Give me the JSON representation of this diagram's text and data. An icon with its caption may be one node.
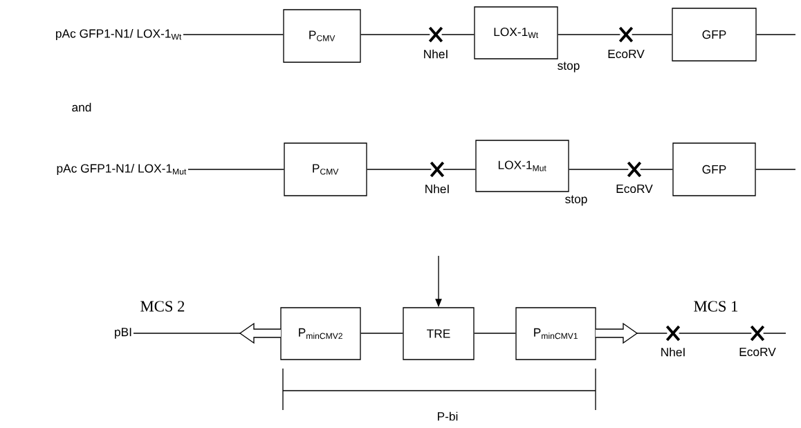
{
  "diagram": {
    "nodes": [
      {
        "text": [
          "pAc GFP1-N1/ LOX-1$_{Wt}$"
        ]
      },
      {
        "text": [
          "P$_{CMV}$"
        ]
      },
      {
        "text": [],
        "shape": "cross",
        "beside": [
          "NheI"
        ]
      },
      {
        "text": [
          "LOX-1$_{Wt}$"
        ],
        "beside": [
          "stop"
        ]
      },
      {
        "text": [],
        "shape": "cross",
        "beside": [
          "EcoRV"
        ]
      },
      {
        "text": [
          "GFP"
        ]
      },
      {
        "text": [
          "pAc GFP1-N1/ LOX-1$_{Mut}$"
        ]
      },
      {
        "text": [
          "P$_{CMV}$"
        ]
      },
      {
        "text": [],
        "shape": "cross",
        "beside": [
          "NheI"
        ]
      },
      {
        "text": [
          "LOX-1$_{Mut}$"
        ],
        "beside": [
          "stop"
        ]
      },
      {
        "text": [],
        "shape": "cross",
        "beside": [
          "EcoRV"
        ]
      },
      {
        "text": [
          "GFP"
        ]
      },
      {
        "text": [
          "pBI"
        ]
      },
      {
        "text": [
          "P$_{minCMV2}$"
        ]
      },
      {
        "text": [
          "TRE"
        ]
      },
      {
        "text": [
          "P$_{minCMV1}$"
        ]
      },
      {
        "text": [],
        "shape": "cross",
        "beside": [
          "NheI"
        ]
      },
      {
        "text": [],
        "shape": "cross",
        "beside": [
          "EcoRV"
        ]
      }
    ],
    "edges": [
      {
        "from": 0,
        "to": 1,
        "arrow": "none"
      },
      {
        "from": 1,
        "to": 2,
        "arrow": "none"
      },
      {
        "from": 2,
        "to": 3,
        "arrow": "none"
      },
      {
        "from": 3,
        "to": 4,
        "arrow": "none"
      },
      {
        "from": 4,
        "to": 5,
        "arrow": "none"
      },
      {
        "from": 5,
        "to": null,
        "arrow": "none"
      },
      {
        "from": 6,
        "to": 7,
        "arrow": "none"
      },
      {
        "from": 7,
        "to": 8,
        "arrow": "none"
      },
      {
        "from": 8,
        "to": 9,
        "arrow": "none"
      },
      {
        "from": 9,
        "to": 10,
        "arrow": "none"
      },
      {
        "from": 10,
        "to": 11,
        "arrow": "none"
      },
      {
        "from": 11,
        "to": null,
        "arrow": "none"
      },
      {
        "from": null,
        "to": 14,
        "arrow": "to"
      },
      {
        "from": 12,
        "to": 13,
        "arrow": "none"
      },
      {
        "from": 13,
        "to": 14,
        "arrow": "none"
      },
      {
        "from": 14,
        "to": 15,
        "arrow": "none"
      },
      {
        "from": 15,
        "to": 16,
        "arrow": "none"
      },
      {
        "from": 16,
        "to": 17,
        "arrow": "none"
      },
      {
        "from": 17,
        "to": null,
        "arrow": "none"
      }
    ],
    "labels": [
      "and",
      "MCS 2",
      "MCS 1",
      "P-bi"
    ]
  }
}
